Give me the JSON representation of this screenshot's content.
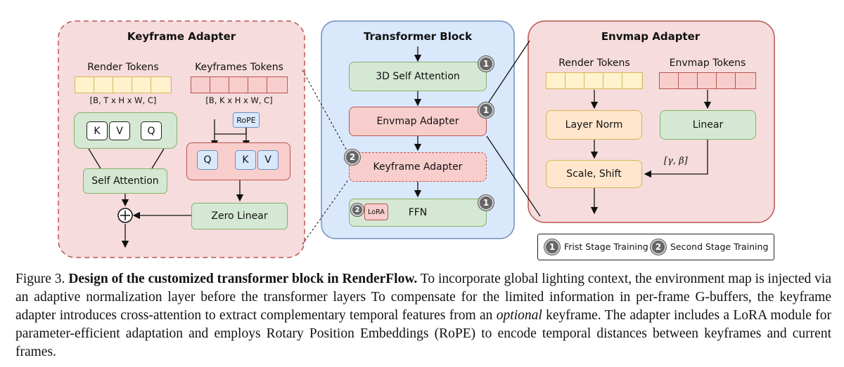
{
  "keyframe_panel": {
    "title": "Keyframe Adapter",
    "render_tokens_label": "Render Tokens",
    "render_tokens_shape": "[B, T x H x W, C]",
    "keyframes_tokens_label": "Keyframes Tokens",
    "keyframes_tokens_shape": "[B, K x H x W, C]",
    "k_label": "K",
    "v_label": "V",
    "q_label": "Q",
    "rope_label": "RoPE",
    "self_attention_label": "Self Attention",
    "zero_linear_label": "Zero Linear",
    "plus_symbol": "+"
  },
  "transformer_panel": {
    "title": "Transformer Block",
    "self_attention_3d": "3D Self Attention",
    "envmap_adapter": "Envmap Adapter",
    "keyframe_adapter": "Keyframe Adapter",
    "ffn": "FFN",
    "lora": "LoRA",
    "badge_1": "1",
    "badge_2": "2"
  },
  "envmap_panel": {
    "title": "Envmap Adapter",
    "render_tokens_label": "Render Tokens",
    "envmap_tokens_label": "Envmap Tokens",
    "layer_norm": "Layer Norm",
    "linear": "Linear",
    "scale_shift": "Scale, Shift",
    "gamma_beta": "[γ, β]"
  },
  "legend": {
    "badge_1": "1",
    "first_stage": "Frist Stage Training",
    "badge_2": "2",
    "second_stage": "Second Stage Training"
  },
  "caption": {
    "figure_label": "Figure 3.",
    "title": "Design of the customized transformer block in RenderFlow.",
    "text_part1": "To incorporate global lighting context, the environment map is injected via an adaptive normalization layer before the transformer layers To compensate for the limited information in per-frame G-buffers, the keyframe adapter introduces cross-attention to extract complementary temporal features from an",
    "text_italic": "optional",
    "text_part2": "keyframe.  The adapter includes a LoRA module for parameter-efficient adaptation and employs Rotary Position Embeddings (RoPE) to encode temporal distances between keyframes and current frames."
  },
  "colors": {
    "panel_red_fill": "#f6dcdc",
    "panel_blue_fill": "#dae8fc",
    "green_box": "#d5e8d4",
    "red_box": "#f8cecc",
    "orange_box": "#ffe6cc",
    "render_token_fill": "#fff2cc",
    "keyframe_token_fill": "#f8cecc"
  }
}
